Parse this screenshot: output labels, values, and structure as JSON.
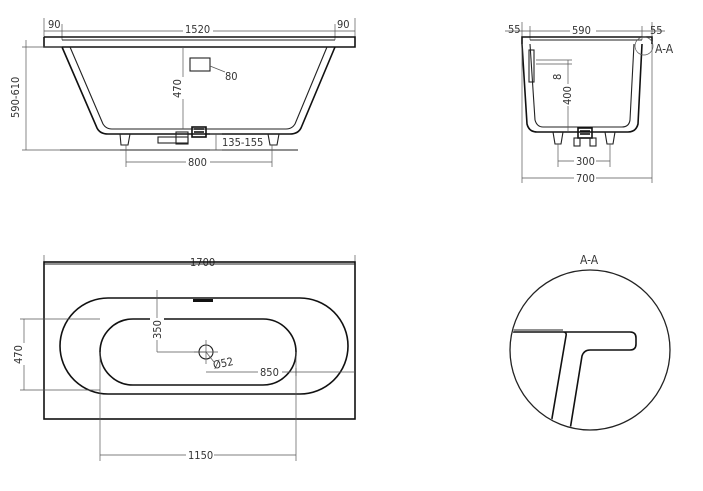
{
  "front_view": {
    "dims": {
      "rim_left": "90",
      "length": "1520",
      "rim_right": "90",
      "height_total": "590-610",
      "depth": "470",
      "overflow": "80",
      "waste_range": "135-155",
      "waste_offset": "800"
    }
  },
  "side_view": {
    "dims": {
      "rim_left": "55",
      "width_inner": "590",
      "rim_right": "55",
      "overflow_offset": "8",
      "depth": "400",
      "feet_spacing": "300",
      "width_total": "700"
    },
    "section_marker": "A-A"
  },
  "plan_view": {
    "dims": {
      "length_total": "1700",
      "inner_depth": "350",
      "drain_dia": "Ø52",
      "drain_offset": "850",
      "width": "470",
      "base_length": "1150"
    }
  },
  "detail_view": {
    "title": "A-A"
  }
}
